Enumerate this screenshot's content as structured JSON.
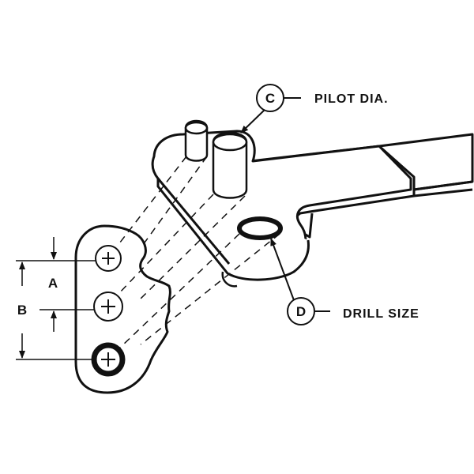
{
  "callouts": {
    "c": {
      "letter": "C",
      "text": "PILOT DIA."
    },
    "d": {
      "letter": "D",
      "text": "DRILL SIZE"
    }
  },
  "dimensions": {
    "a": {
      "letter": "A"
    },
    "b": {
      "letter": "B"
    }
  },
  "colors": {
    "ink": "#111111",
    "paper": "#ffffff"
  }
}
